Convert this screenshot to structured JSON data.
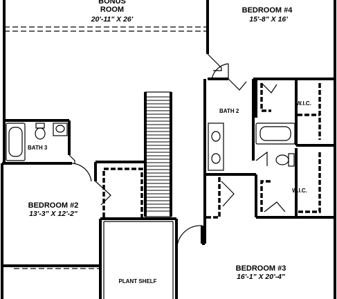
{
  "rooms": {
    "bonus": {
      "name_line1": "BONUS",
      "name_line2": "ROOM",
      "dims": "20'-11\" X 26'"
    },
    "bedroom4": {
      "name": "BEDROOM #4",
      "dims": "15'-8\" X 16'"
    },
    "bath2": {
      "name": "BATH 2"
    },
    "bath3": {
      "name": "BATH 3"
    },
    "wic_upper": {
      "name": "W.I.C."
    },
    "wic_lower": {
      "name": "W.I.C."
    },
    "bedroom2": {
      "name": "BEDROOM #2",
      "dims": "13'-3\" X 12'-2\""
    },
    "bedroom3": {
      "name": "BEDROOM #3",
      "dims": "16'-1\" X 20'-4\""
    },
    "plant_shelf": {
      "name": "PLANT SHELF"
    }
  }
}
